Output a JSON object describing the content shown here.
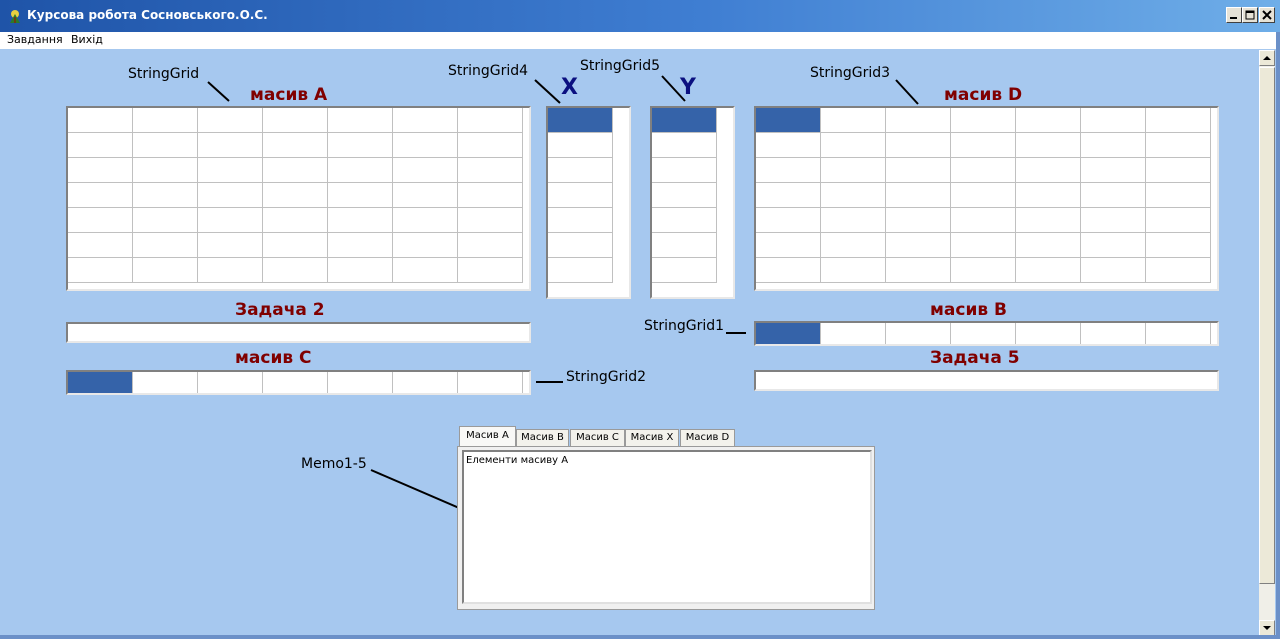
{
  "window": {
    "title": "Курсова робота Сосновського.О.С."
  },
  "menu": [
    "Завдання",
    "Вихід"
  ],
  "captions": {
    "array_a": "масив А",
    "array_d": "масив D",
    "task_2": "Задача 2",
    "array_b": "масив В",
    "array_c": "масив С",
    "task_5": "Задача 5",
    "x": "X",
    "y": "Y"
  },
  "labels": {
    "stringgrid": "StringGrid",
    "stringgrid4": "StringGrid4",
    "stringgrid5": "StringGrid5",
    "stringgrid3": "StringGrid3",
    "stringgrid1": "StringGrid1",
    "stringgrid2": "StringGrid2",
    "memo": "Memo1-5"
  },
  "tabs": [
    "Масив А",
    "Масив В",
    "Масив С",
    "Масив X",
    "Масив D"
  ],
  "memo_text": "Елементи масиву А",
  "colors": {
    "background": "#a6c8ef",
    "caption": "#800000",
    "selected_cell": "#3563a9"
  }
}
